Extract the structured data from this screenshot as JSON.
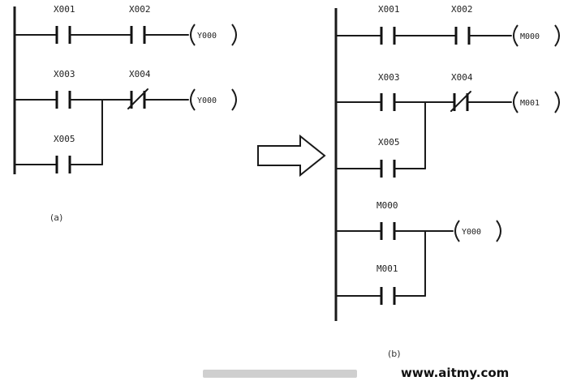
{
  "diagram_a": {
    "caption": "(a)",
    "contacts": [
      "X001",
      "X002",
      "X003",
      "X004",
      "X005"
    ],
    "coils": [
      "Y000",
      "Y000"
    ]
  },
  "diagram_b": {
    "caption": "(b)",
    "contacts": [
      "X001",
      "X002",
      "X003",
      "X004",
      "X005",
      "M000",
      "M001"
    ],
    "coils": [
      "M000",
      "M001",
      "Y000"
    ]
  },
  "watermark": "www.aitmy.com"
}
